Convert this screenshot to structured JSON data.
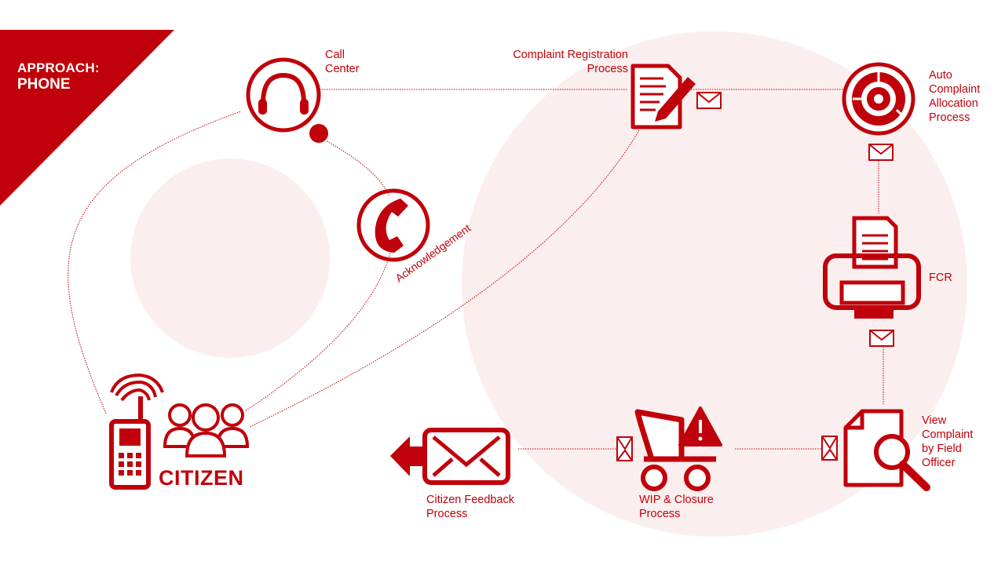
{
  "banner": {
    "line1": "APPROACH:",
    "line2": "PHONE"
  },
  "nodes": {
    "call_center": [
      "Call",
      "Center"
    ],
    "complaint_registration": [
      "Complaint Registration",
      "Process"
    ],
    "auto_allocation": [
      "Auto",
      "Complaint",
      "Allocation",
      "Process"
    ],
    "fcr": [
      "FCR"
    ],
    "view_complaint": [
      "View",
      "Complaint",
      "by Field",
      "Officer"
    ],
    "wip_closure": [
      "WIP & Closure",
      "Process"
    ],
    "citizen_feedback": [
      "Citizen Feedback",
      "Process"
    ],
    "citizen": "CITIZEN"
  },
  "edge_labels": {
    "acknowledgement": "Acknowledgement"
  },
  "colors": {
    "primary": "#c0000a",
    "background_circle": "#fbeeee",
    "line": "#c0000a"
  },
  "icons": {
    "call_center": "headset-icon",
    "phone": "phone-handset-icon",
    "registration": "document-pen-icon",
    "allocation": "target-icon",
    "fcr": "printer-icon",
    "view": "document-magnifier-icon",
    "wip": "cart-warning-icon",
    "feedback": "envelope-arrow-icon",
    "citizen_phone": "mobile-phone-icon",
    "citizen_people": "people-group-icon",
    "mail": "envelope-icon"
  }
}
